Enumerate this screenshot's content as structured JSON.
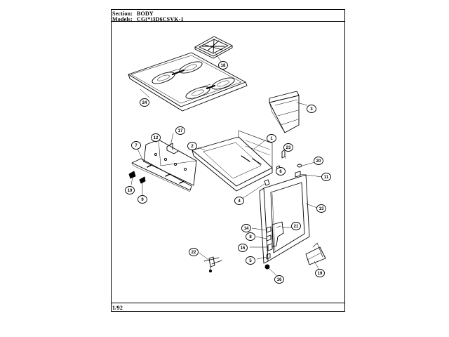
{
  "header": {
    "section_label": "Section:",
    "section_value": "BODY",
    "models_label": "Models:",
    "models_value": "CG(*)3D6CSVK-1"
  },
  "footer": {
    "date": "1/92"
  },
  "callouts": [
    "18",
    "24",
    "3",
    "12",
    "17",
    "7",
    "1",
    "2",
    "23",
    "20",
    "6",
    "11",
    "10",
    "9",
    "4",
    "13",
    "14",
    "21",
    "8",
    "15",
    "5",
    "22",
    "19",
    "16"
  ]
}
